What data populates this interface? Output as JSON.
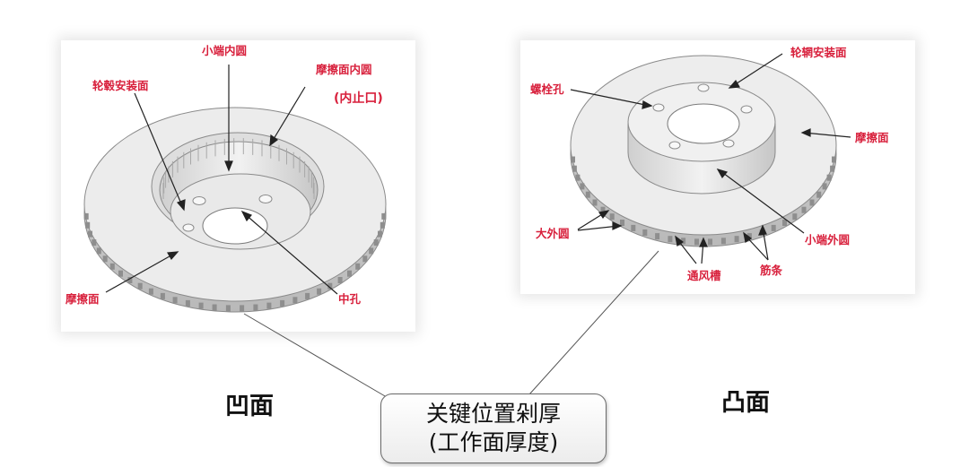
{
  "left_disc": {
    "face_label": "凹面",
    "labels": {
      "small_end_inner_circle": "小端内圆",
      "friction_inner_circle": "摩擦面内圆",
      "inner_stop": "(内止口)",
      "hub_mount_face": "轮毂安装面",
      "friction_face": "摩擦面",
      "center_hole": "中孔"
    }
  },
  "right_disc": {
    "face_label": "凸面",
    "labels": {
      "hub_mount_face": "轮辋安装面",
      "bolt_hole": "螺栓孔",
      "friction_face": "摩擦面",
      "large_outer_circle": "大外圆",
      "small_end_outer_circle": "小端外圆",
      "vent_slot": "通风槽",
      "rib": "筋条"
    }
  },
  "callout": {
    "line1": "关键位置剁厚",
    "line2": "(工作面厚度)"
  }
}
